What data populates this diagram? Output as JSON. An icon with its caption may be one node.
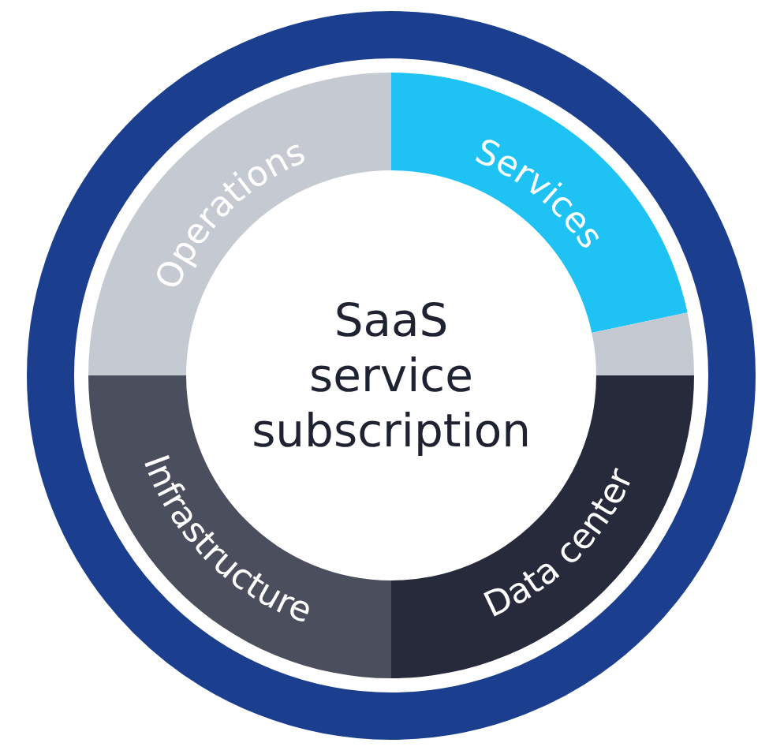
{
  "diagram": {
    "nodes": [
      {
        "text": [
          "SaaS service subscription"
        ]
      },
      {
        "text": [
          "Operations"
        ]
      },
      {
        "text": [
          "Services"
        ]
      },
      {
        "text": [],
        "shape": "segment"
      },
      {
        "text": [
          "Infrastructure"
        ]
      },
      {
        "text": [
          "Data center"
        ]
      }
    ],
    "edges": []
  }
}
